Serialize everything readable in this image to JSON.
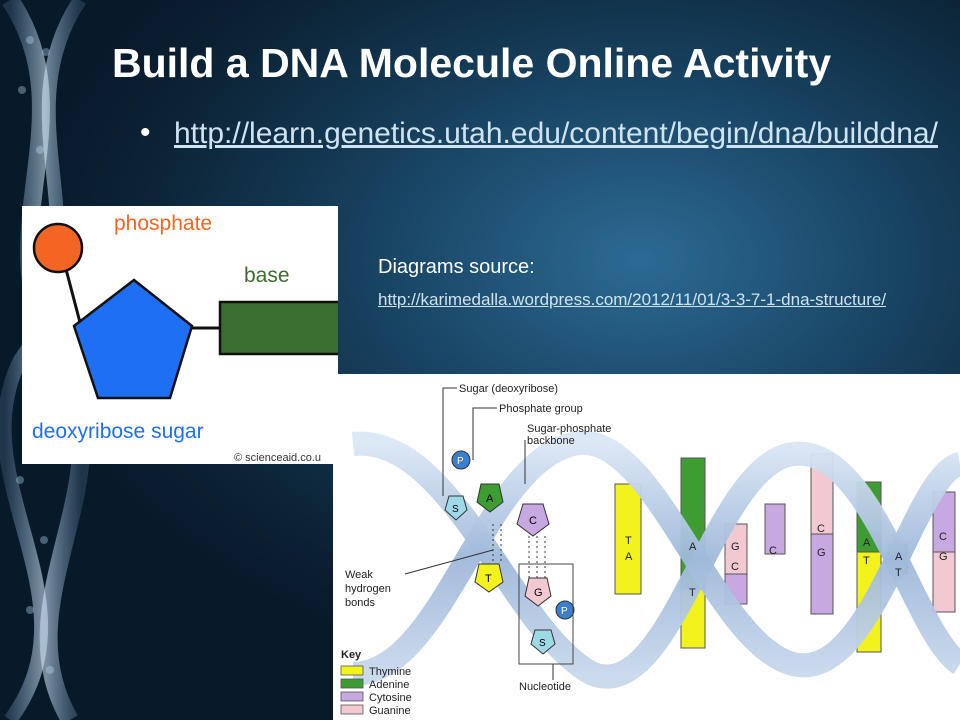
{
  "slide": {
    "title": "Build a DNA Molecule Online Activity",
    "bullet": "•",
    "link_text": "http://learn.genetics.utah.edu/content/begin/dna/builddna/",
    "source_label": "Diagrams source:",
    "source_link": "http://karimedalla.wordpress.com/2012/11/01/3-3-7-1-dna-structure/"
  },
  "nucleotide_diagram": {
    "phosphate_label": "phosphate",
    "base_label": "base",
    "sugar_label": "deoxyribose sugar",
    "copyright": "© scienceaid.co.u",
    "colors": {
      "phosphate": "#f26522",
      "sugar": "#1f6ff5",
      "base": "#3a6e2f",
      "phosphate_text": "#f26522",
      "base_text": "#3a6e2f",
      "sugar_text": "#1f6ff5"
    }
  },
  "helix_diagram": {
    "labels": {
      "sugar": "Sugar (deoxyribose)",
      "phosphate_group": "Phosphate group",
      "backbone_1": "Sugar-phosphate",
      "backbone_2": "backbone",
      "weak_1": "Weak",
      "weak_2": "hydrogen",
      "weak_3": "bonds",
      "nucleotide": "Nucleotide",
      "key": "Key"
    },
    "key_items": [
      {
        "label": "Thymine",
        "color": "#f2f21c"
      },
      {
        "label": "Adenine",
        "color": "#3d9d33"
      },
      {
        "label": "Cytosine",
        "color": "#c8a8e0"
      },
      {
        "label": "Guanine",
        "color": "#f2c9d1"
      }
    ],
    "base_letters": {
      "p": "P",
      "s": "S",
      "a": "A",
      "t": "T",
      "c": "C",
      "g": "G"
    }
  }
}
